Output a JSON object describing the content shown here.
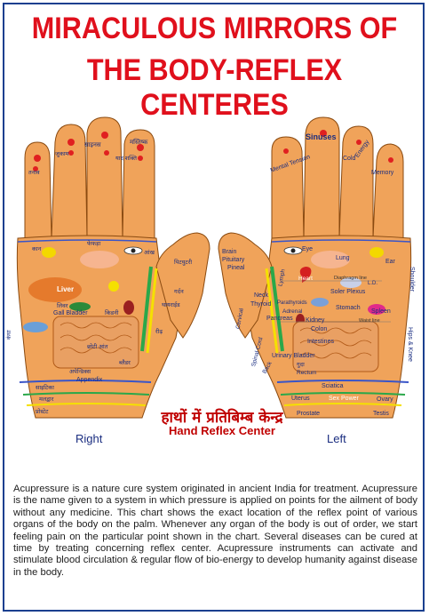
{
  "title": {
    "line1": "MIRACULOUS MIRRORS OF",
    "line2": "THE BODY-REFLEX CENTERES"
  },
  "colors": {
    "title": "#e0101c",
    "skin": "#f0a35a",
    "skin_dark": "#d9843a",
    "line_blue": "#3a55c8",
    "line_green": "#2aa84a",
    "line_yellow": "#f5e000",
    "frame": "#1a3f8f"
  },
  "right_hand": {
    "labels": {
      "sinus_hi": "साइनस",
      "headache_hi": "मस्तिष्क",
      "tension_hi": "तनाव",
      "cold_hi": "जुकाम",
      "memory_hi": "याद शक्ति",
      "eye_hi": "आंख",
      "ear_hi": "कान",
      "lung_hi": "फेफड़ा",
      "liver": "Liver",
      "liver_hi": "लिवर",
      "gall_bladder": "Gall Bladder",
      "kidney_hi": "किडनी",
      "appendix": "Appendix",
      "appendix_hi": "अपेन्डिक्स",
      "spine_hi": "रीढ़",
      "brain_hi": "पिटयुटरी",
      "neck_hi": "गर्दन",
      "thyroid_hi": "थायराईड",
      "bladder_hi": "ब्लैडर",
      "intestine_hi": "छोटी आंत",
      "sciatica_hi": "साइटिका",
      "rectum_hi": "मलद्वार",
      "shoulder_hi": "कंधा",
      "prostate_hi": "प्रोस्टेट"
    }
  },
  "left_hand": {
    "labels": {
      "sinuses": "Sinuses",
      "mental_tension": "Mental Tension",
      "cold": "Cold",
      "energy": "Energy",
      "memory": "Memory",
      "eye": "Eye",
      "lung": "Lung",
      "ear": "Ear",
      "shoulder": "Shoulder",
      "brain": "Brain",
      "pituitary": "Pituitary",
      "pineal": "Pineal",
      "lymph": "Lymph",
      "heart": "Heart",
      "diaphragm": "Diaphragm line",
      "ld": "L.D.",
      "neck": "Neck",
      "thyroid": "Thyroid",
      "soler_plexus": "Soler Plexus",
      "parathyroids": "Parathyroids",
      "adrenal": "Adrenal",
      "stomach": "Stomach",
      "spleen": "Spleen",
      "cervical": "Cervical",
      "pancreas": "Pancreas",
      "kidney": "Kidney",
      "waist_line": "Waist line",
      "spinal_cord": "Spinal Cord",
      "colon": "Colon",
      "hips_knee": "Hips & Knee",
      "intestines": "Intestines",
      "back": "Back",
      "urinary_bladder": "Urinary Bladder",
      "rectum": "Rectum",
      "rectum_hi": "गुदा",
      "sciatica": "Sciatica",
      "uterus": "Uterus",
      "sex_power": "Sex Power",
      "ovary": "Ovary",
      "prostate": "Prostate",
      "testis": "Testis"
    }
  },
  "captions": {
    "hindi": "हाथों में प्रतिबिम्ब केन्द्र",
    "english": "Hand Reflex Center",
    "right": "Right",
    "left": "Left"
  },
  "description": "Acupressure is a nature cure system originated in ancient India for treatment. Acupressure is the name given to a system in which pressure is applied on points for the ailment of body without any medicine. This chart shows the exact location of the reflex point of various organs of the body on the palm. Whenever any organ of the body is out of order, we start feeling pain on the particular point shown in the chart. Several diseases can be cured at time by treating concerning reflex center. Acupressure instruments can activate and stimulate blood circulation & regular flow of bio-energy to develop humanity against disease in the body."
}
